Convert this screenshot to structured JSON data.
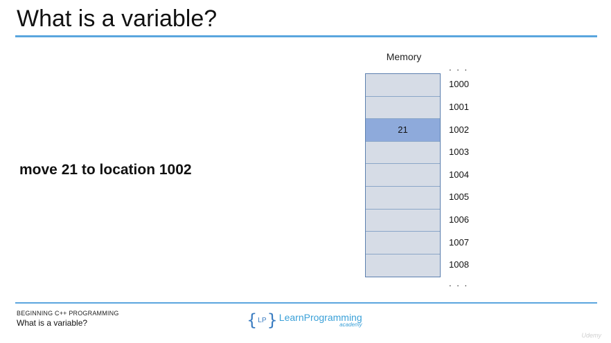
{
  "slide": {
    "title": "What is a variable?",
    "statement": "move 21 to location 1002"
  },
  "memory": {
    "caption": "Memory",
    "ellipsis_top": ". . .",
    "ellipsis_bottom": ". . .",
    "cells": [
      {
        "address": "1000",
        "value": ""
      },
      {
        "address": "1001",
        "value": ""
      },
      {
        "address": "1002",
        "value": "21",
        "highlighted": true
      },
      {
        "address": "1003",
        "value": ""
      },
      {
        "address": "1004",
        "value": ""
      },
      {
        "address": "1005",
        "value": ""
      },
      {
        "address": "1006",
        "value": ""
      },
      {
        "address": "1007",
        "value": ""
      },
      {
        "address": "1008",
        "value": ""
      }
    ],
    "colors": {
      "cell": "#d6dce6",
      "highlight": "#8eaadb",
      "rule": "#5aa5de"
    }
  },
  "footer": {
    "course": "BEGINNING C++ PROGRAMMING",
    "subtitle": "What is a variable?",
    "logo_left_brace": "{",
    "logo_initials": "LP",
    "logo_right_brace": "}",
    "logo_name": "LearnProgramming",
    "logo_tagline": "academy",
    "watermark": "Udemy"
  }
}
